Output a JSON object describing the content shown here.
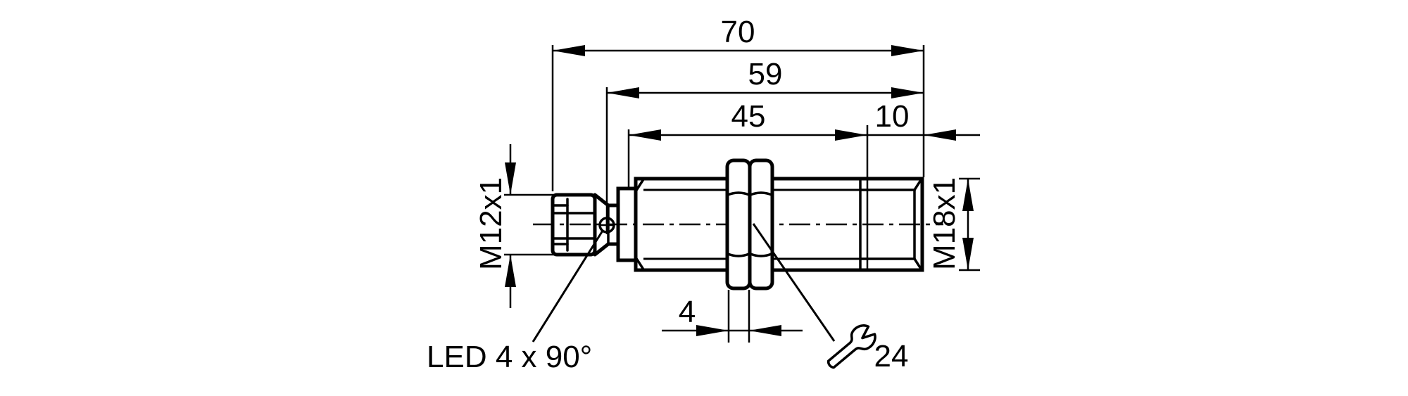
{
  "drawing": {
    "kind": "sensor-dimensional-drawing",
    "background": "#ffffff",
    "line_color": "#000000",
    "dimensions": {
      "total_length": "70",
      "length_59": "59",
      "length_45": "45",
      "length_10": "10",
      "nut_width": "4"
    },
    "labels": {
      "connector_thread": "M12x1",
      "housing_thread": "M18x1",
      "led_note": "LED 4 x 90°",
      "wrench_size": "24"
    }
  }
}
